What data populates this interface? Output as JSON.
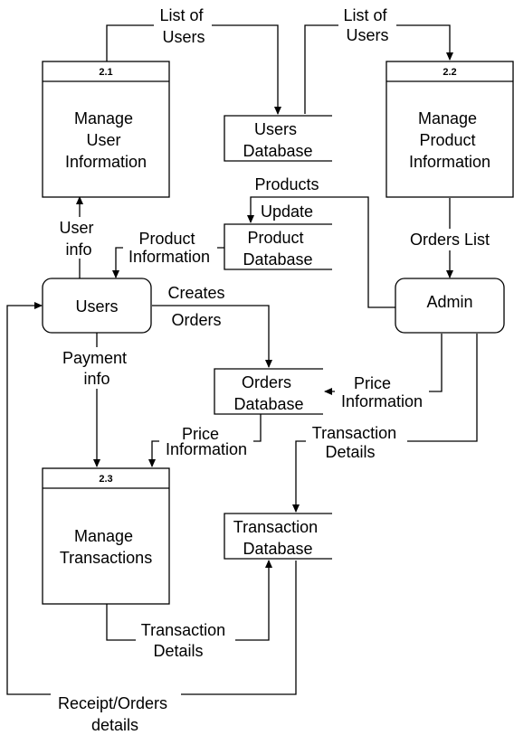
{
  "processes": {
    "p21": {
      "number": "2.1",
      "label": [
        "Manage",
        "User",
        "Information"
      ]
    },
    "p22": {
      "number": "2.2",
      "label": [
        "Manage",
        "Product",
        "Information"
      ]
    },
    "p23": {
      "number": "2.3",
      "label": [
        "Manage",
        "Transactions"
      ]
    }
  },
  "entities": {
    "users": "Users",
    "admin": "Admin"
  },
  "stores": {
    "users_db": [
      "Users",
      "Database"
    ],
    "product_db": [
      "Product",
      "Database"
    ],
    "orders_db": [
      "Orders",
      "Database"
    ],
    "transaction_db": [
      "Transaction",
      "Database"
    ]
  },
  "flows": {
    "list_users_left": [
      "List of",
      "Users"
    ],
    "list_users_right": [
      "List of",
      "Users"
    ],
    "products_update": [
      "Products",
      "Update"
    ],
    "user_info": [
      "User",
      "info"
    ],
    "product_information": [
      "Product",
      "Information"
    ],
    "orders_list": "Orders List",
    "creates_orders": [
      "Creates",
      "Orders"
    ],
    "payment_info": [
      "Payment",
      "info"
    ],
    "price_info_admin": [
      "Price",
      "Information"
    ],
    "price_info_orders": [
      "Price",
      "Information"
    ],
    "transaction_details_admin": [
      "Transaction",
      "Details"
    ],
    "transaction_details_p23": [
      "Transaction",
      "Details"
    ],
    "receipt_orders": [
      "Receipt/Orders",
      "details"
    ]
  },
  "colors": {
    "stroke": "#000000",
    "background": "#ffffff"
  }
}
